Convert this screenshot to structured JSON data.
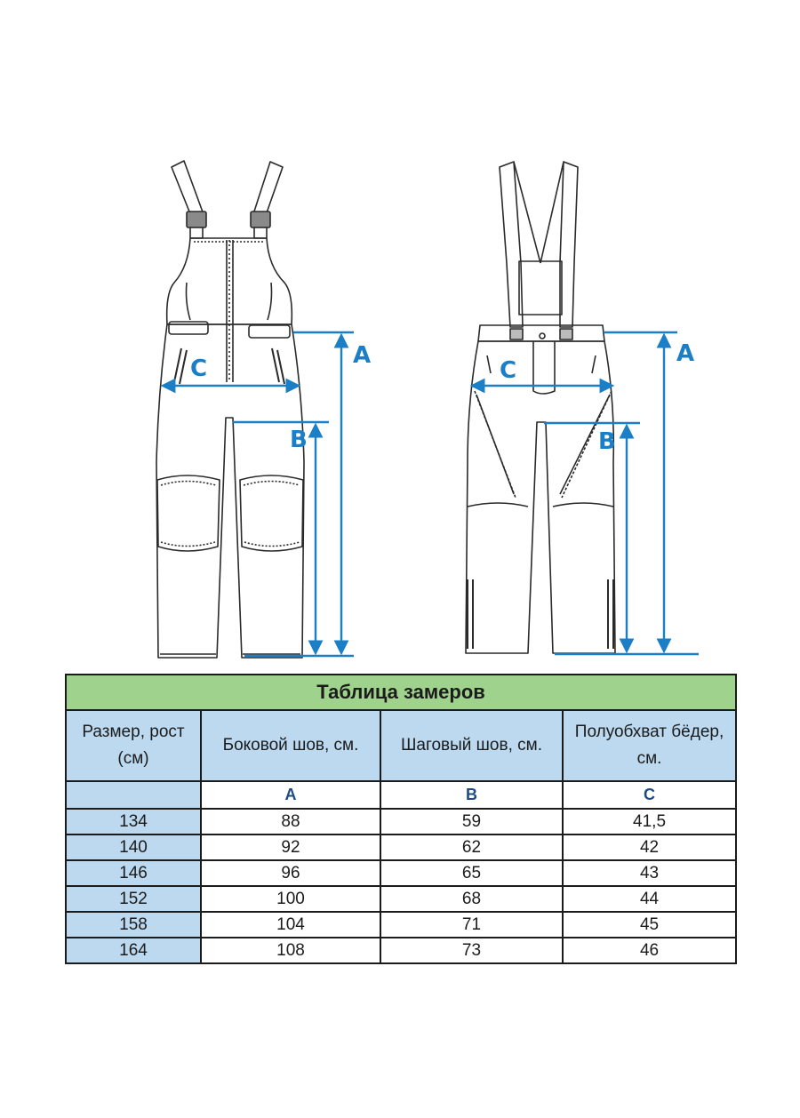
{
  "diagram": {
    "labels": {
      "a": "A",
      "b": "B",
      "c": "C"
    },
    "colors": {
      "accent": "#1a7fc6",
      "outline": "#2a2a2a"
    }
  },
  "table": {
    "title": "Таблица замеров",
    "headers": [
      "Размер, рост (см)",
      "Боковой шов, см.",
      "Шаговый шов, см.",
      "Полуобхват бёдер, см."
    ],
    "letters": [
      "",
      "A",
      "B",
      "C"
    ],
    "rows": [
      [
        "134",
        "88",
        "59",
        "41,5"
      ],
      [
        "140",
        "92",
        "62",
        "42"
      ],
      [
        "146",
        "96",
        "65",
        "43"
      ],
      [
        "152",
        "100",
        "68",
        "44"
      ],
      [
        "158",
        "104",
        "71",
        "45"
      ],
      [
        "164",
        "108",
        "73",
        "46"
      ]
    ],
    "colors": {
      "title_bg": "#9fd38d",
      "header_bg": "#bcd9ef",
      "letter_color": "#1f4b82"
    }
  }
}
